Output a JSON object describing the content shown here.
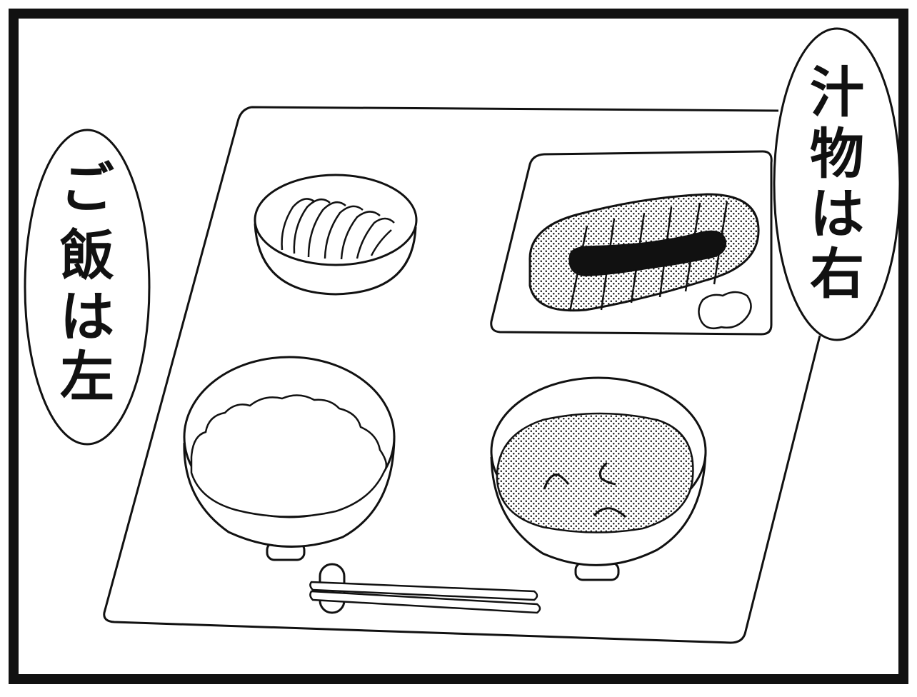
{
  "colors": {
    "ink": "#111111",
    "paper": "#ffffff",
    "screentone": "#1a1a1a"
  },
  "bubble_left": {
    "chars": [
      "ご",
      "飯",
      "は",
      "左"
    ]
  },
  "bubble_right": {
    "chars": [
      "汁",
      "物",
      "は",
      "右"
    ]
  }
}
